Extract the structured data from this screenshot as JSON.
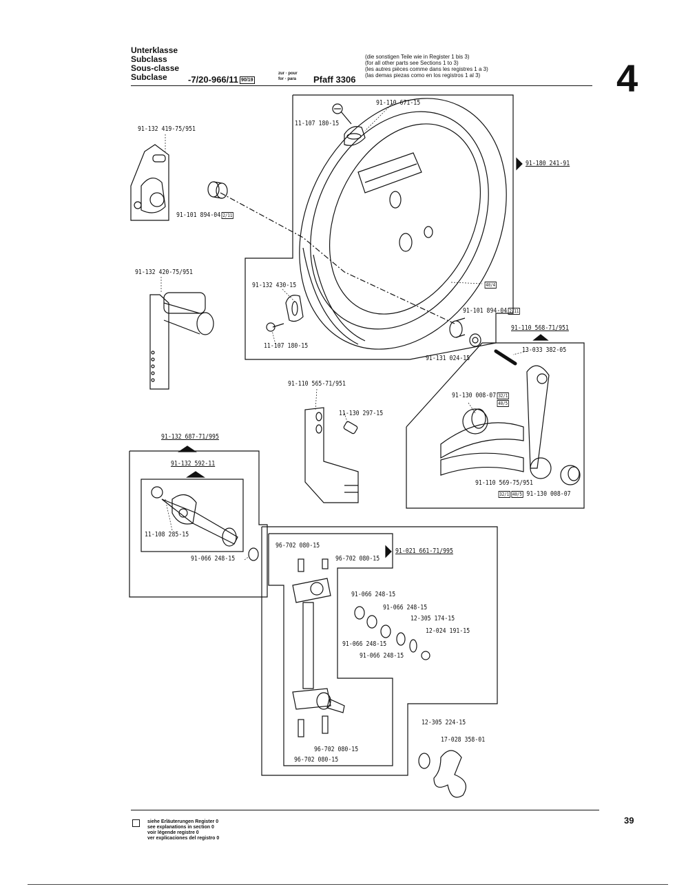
{
  "header": {
    "subclass_de": "Unterklasse",
    "subclass_en": "Subclass",
    "subclass_fr": "Sous-classe",
    "subclass_es": "Subclase",
    "code": "-7/20-966/11",
    "code_ref": "90/19",
    "zur_pour": "zur · pour",
    "for_para": "for · para",
    "model": "Pfaff 3306",
    "note_de": "(die sonstigen Teile wie in Register 1 bis 3)",
    "note_en": "(for all other parts see Sections 1 to 3)",
    "note_fr": "(les autres pièces comme dans les registres 1 a 3)",
    "note_es": "(las demas piezas como en los registros 1 al 3)",
    "section_number": "4"
  },
  "labels": {
    "l1": "91-110 671-15",
    "l2": "11-107 180-15",
    "l3": "91-132 419-75/951",
    "l4": "91-180 241-91",
    "l5": "91-101 894-04",
    "l5_ref": "2/11",
    "l6": "91-132 420-75/951",
    "l7": "91-132 430-15",
    "l8": "40/4",
    "l9": "91-101 894-04",
    "l9_ref": "2/11",
    "l10": "91-110 568-71/951",
    "l11": "11-107 180-15",
    "l12": "91-131 024-15",
    "l13": "13-033 382-05",
    "l14": "91-110 565-71/951",
    "l15": "11-130 297-15",
    "l16": "91-130 008-07",
    "l16_ref1": "32/1",
    "l16_ref2": "40/5",
    "l17": "91-132 687-71/995",
    "l18": "91-132 592-11",
    "l19": "11-108 285-15",
    "l20": "91-066 248-15",
    "l21": "91-110 569-75/951",
    "l22": "91-130 008-07",
    "l22_ref1": "32/1",
    "l22_ref2": "40/5",
    "l23": "96-702 080-15",
    "l24": "96-702 080-15",
    "l25": "91-021 661-71/995",
    "l26": "91-066 248-15",
    "l27": "91-066 248-15",
    "l28": "12-305 174-15",
    "l29": "12-024 191-15",
    "l30": "91-066 248-15",
    "l31": "91-066 248-15",
    "l32": "12-305 224-15",
    "l33": "17-028 358-01",
    "l34": "96-702 080-15",
    "l35": "96-702 080-15"
  },
  "footer": {
    "legend_de": "siehe Erläuterungen Register 0",
    "legend_en": "see explanations in section 0",
    "legend_fr": "voir légende registre 0",
    "legend_es": "ver explicaciones del registro 0",
    "page_number": "39"
  }
}
